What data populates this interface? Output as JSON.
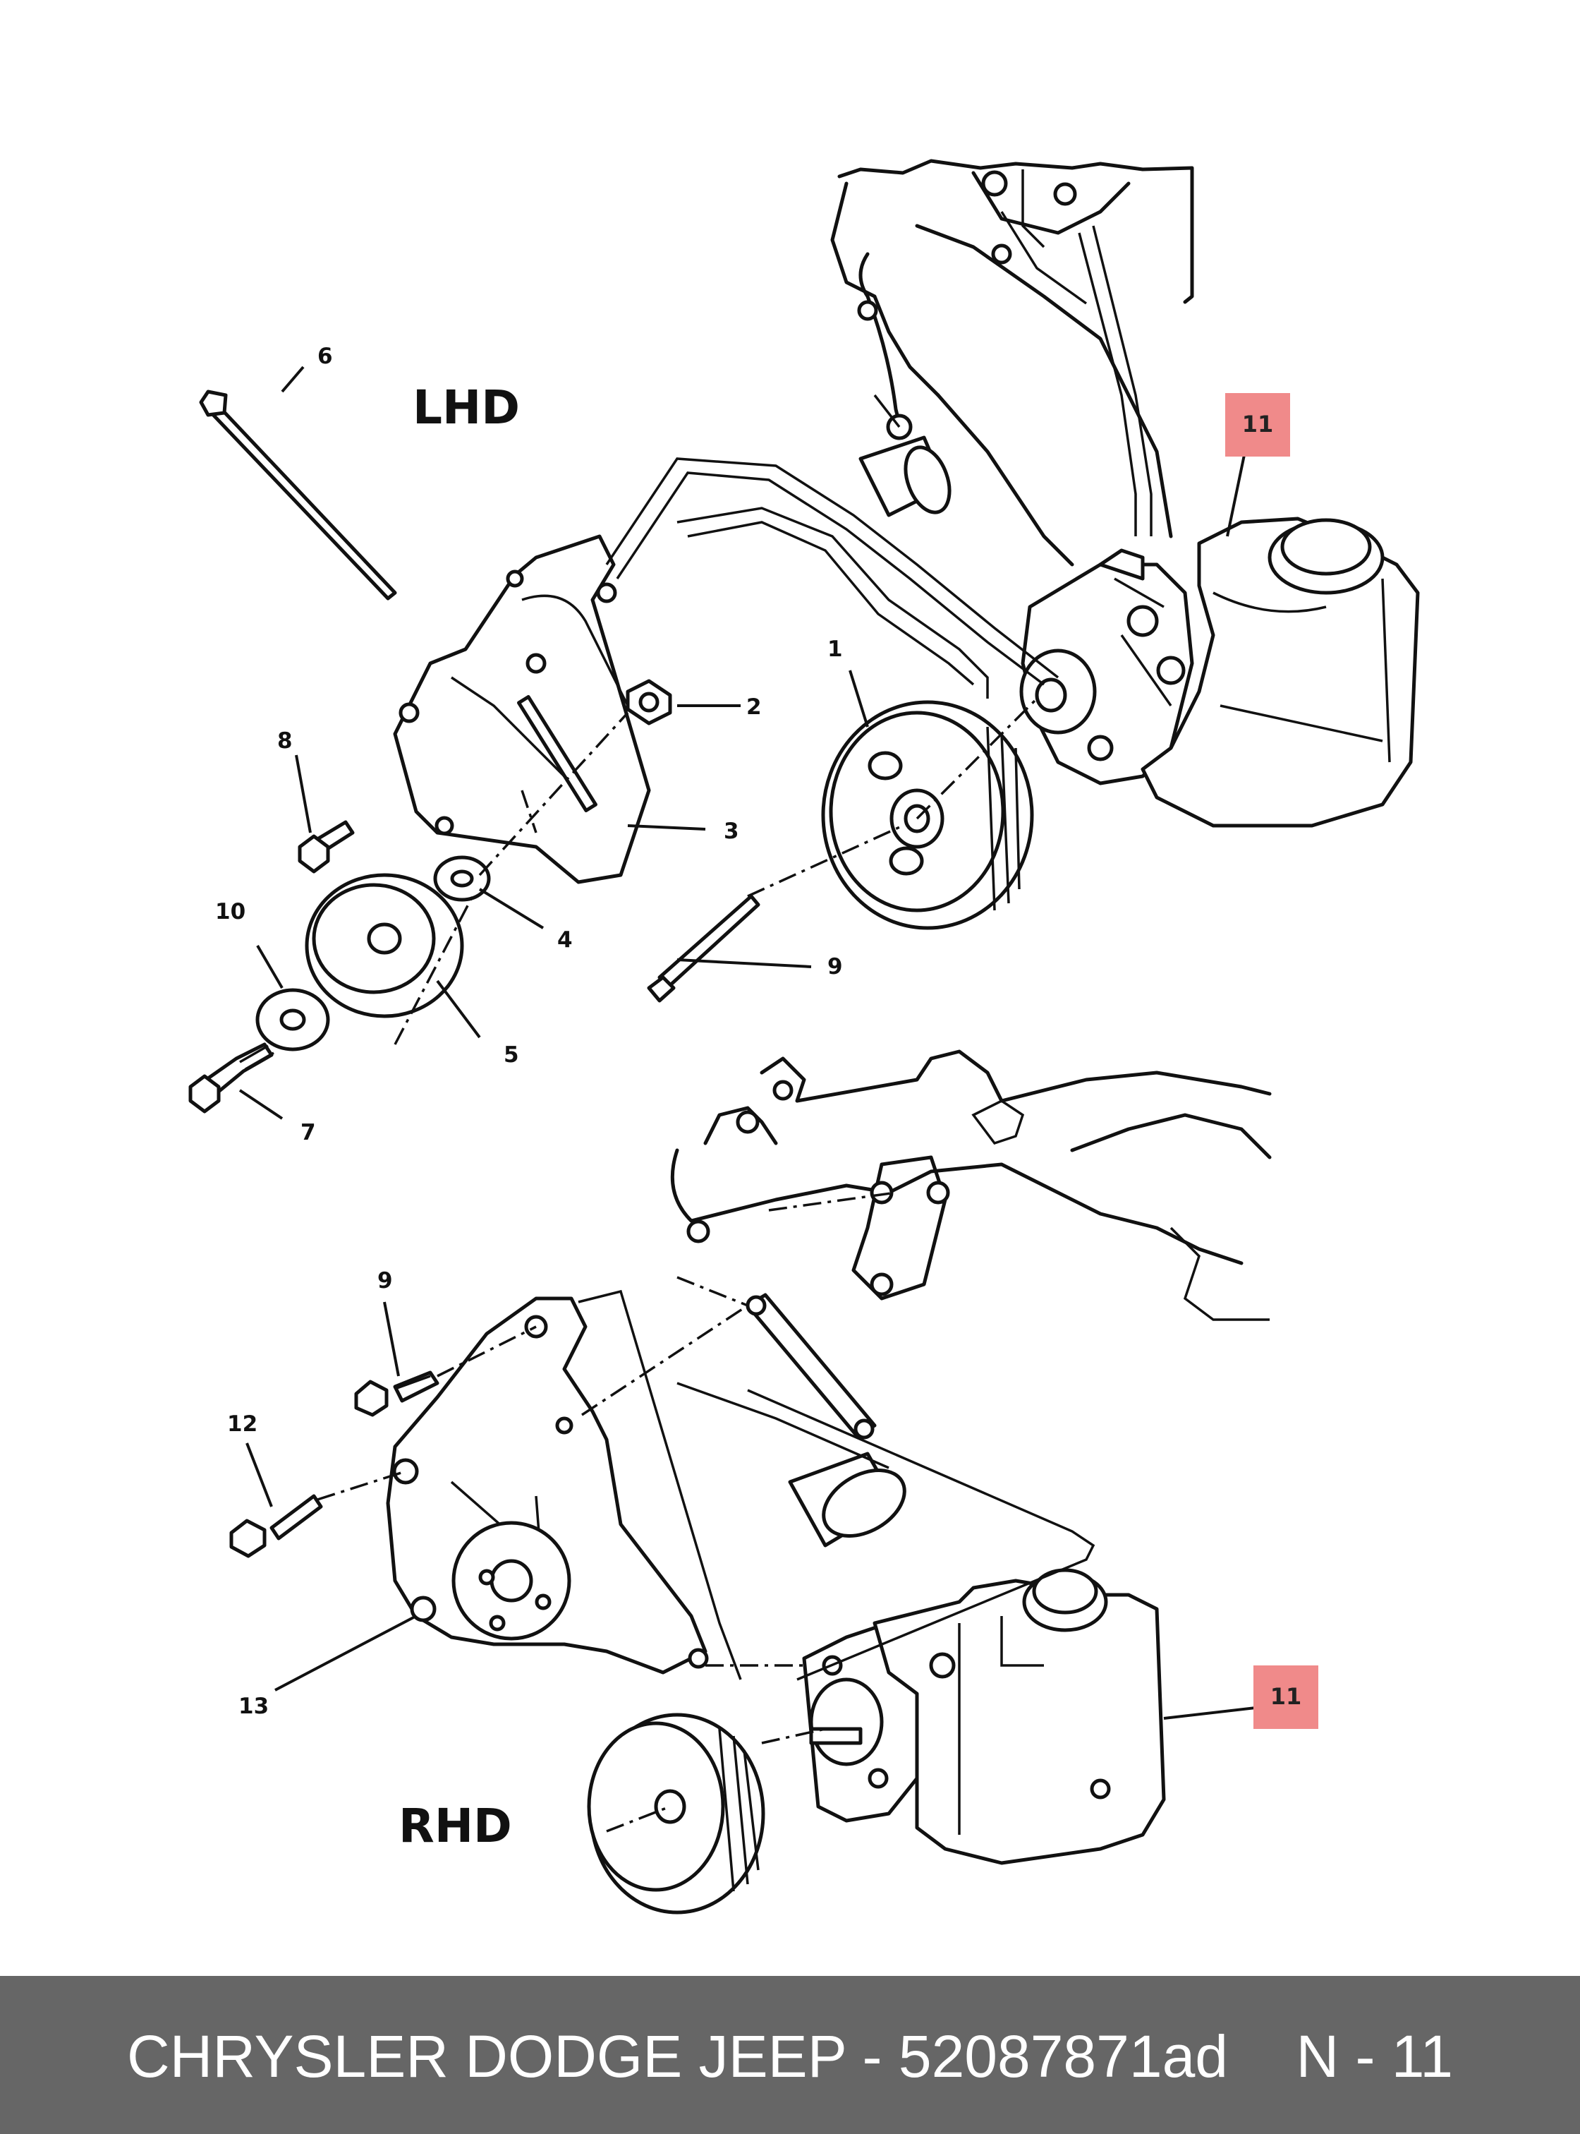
{
  "sections": {
    "lhd": "LHD",
    "rhd": "RHD"
  },
  "callouts": {
    "lhd": [
      "1",
      "2",
      "3",
      "4",
      "5",
      "6",
      "7",
      "8",
      "9",
      "10",
      "11"
    ],
    "rhd": [
      "9",
      "11",
      "12",
      "13"
    ]
  },
  "highlight_color": "#f08a8a",
  "footer": {
    "part_text": "CHRYSLER DODGE JEEP - 52087871ad",
    "ref_text": "N - 11",
    "background": "#666666"
  }
}
